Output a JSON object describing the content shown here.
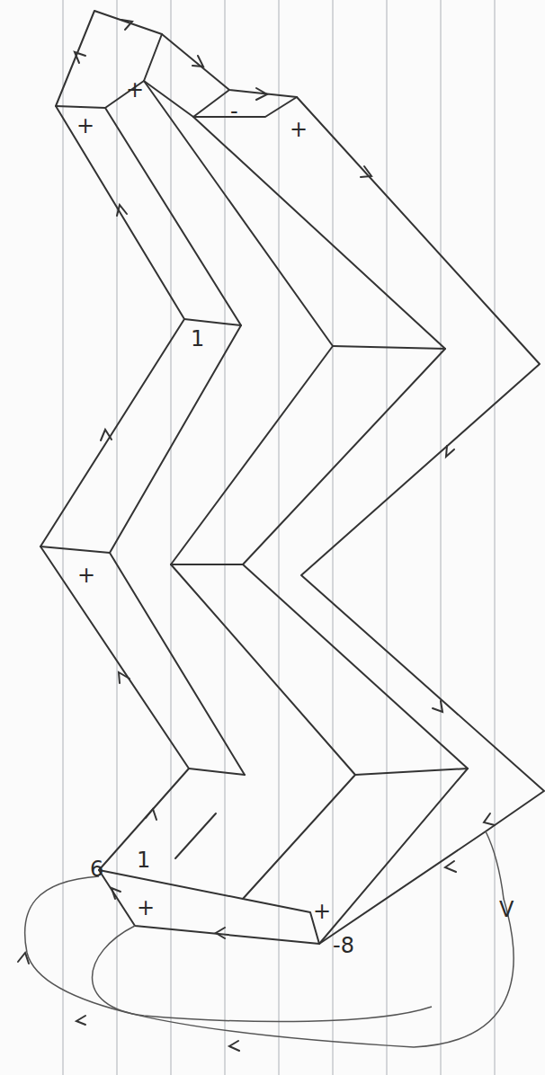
{
  "diagram": {
    "labels": [
      "+",
      "+",
      "-",
      "+",
      "1",
      "+",
      "1",
      "+",
      "+",
      "-8",
      "6",
      "V"
    ]
  }
}
